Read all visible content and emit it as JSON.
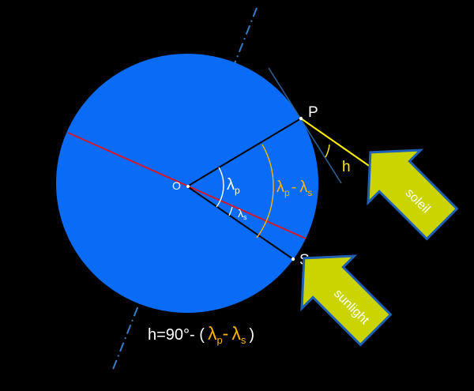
{
  "labels": {
    "origin": "O",
    "point_p": "P",
    "point_s": "S",
    "angle_h": "h",
    "lambda": "λ",
    "sub_p": "p",
    "sub_s": "s",
    "diff_minus": "-",
    "arrow_top": "soleil",
    "arrow_bottom": "sunlight"
  },
  "formula": {
    "prefix": "h=90°- (",
    "lambda": "λ",
    "sub_p": "p",
    "minus": "-",
    "sub_s": "s",
    "suffix": ")"
  },
  "colors": {
    "background": "#000000",
    "globe": "#0a6cf6",
    "accent": "#ffb400",
    "arrow": "#c9d400",
    "ray": "#ffee00",
    "equator": "#d01a2e",
    "axis": "#3a7cc4"
  }
}
